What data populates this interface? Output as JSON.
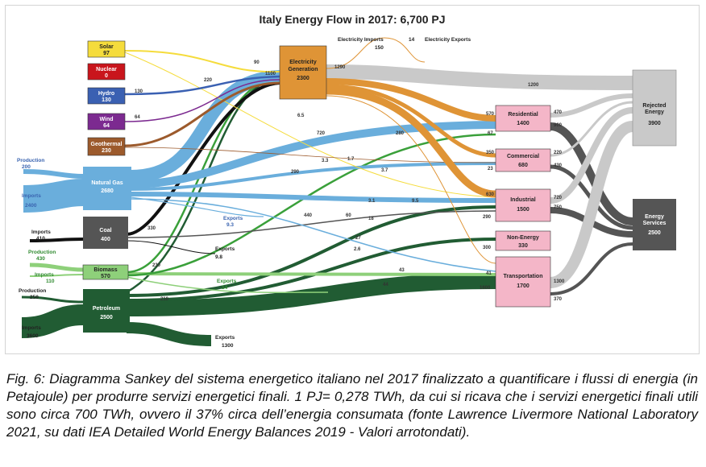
{
  "title": "Italy Energy Flow in 2017: 6,700 PJ",
  "sources": [
    {
      "key": "solar",
      "name": "Solar",
      "value": "97",
      "color": "#f5dc3c"
    },
    {
      "key": "nuclear",
      "name": "Nuclear",
      "value": "0",
      "color": "#c9151c"
    },
    {
      "key": "hydro",
      "name": "Hydro",
      "value": "130",
      "color": "#3a60b2"
    },
    {
      "key": "wind",
      "name": "Wind",
      "value": "64",
      "color": "#7c2a90"
    },
    {
      "key": "geothermal",
      "name": "Geothermal",
      "value": "230",
      "color": "#9c5a2c"
    },
    {
      "key": "natgas",
      "name": "Natural Gas",
      "value": "2680",
      "color": "#6aaedc"
    },
    {
      "key": "coal",
      "name": "Coal",
      "value": "400",
      "color": "#555555"
    },
    {
      "key": "biomass",
      "name": "Biomass",
      "value": "570",
      "color": "#8ed07a"
    },
    {
      "key": "petroleum",
      "name": "Petroleum",
      "value": "2500",
      "color": "#215c33"
    }
  ],
  "electricity": {
    "name": "Electricity Generation",
    "value": "2300",
    "color": "#df9436"
  },
  "sectors": [
    {
      "key": "residential",
      "name": "Residential",
      "value": "1400"
    },
    {
      "key": "commercial",
      "name": "Commercial",
      "value": "680"
    },
    {
      "key": "industrial",
      "name": "Industrial",
      "value": "1500"
    },
    {
      "key": "nonenergy",
      "name": "Non-Energy",
      "value": "330"
    },
    {
      "key": "transportation",
      "name": "Transportation",
      "value": "1700"
    }
  ],
  "sinks": [
    {
      "key": "rejected",
      "name": "Rejected Energy",
      "value": "3900"
    },
    {
      "key": "services",
      "name": "Energy Services",
      "value": "2500"
    }
  ],
  "side_labels": {
    "gas_production": "Production",
    "gas_production_value": "200",
    "gas_imports": "Imports",
    "gas_imports_value": "2400",
    "coal_imports": "Imports",
    "coal_imports_value": "410",
    "bio_production": "Production",
    "bio_production_value": "430",
    "bio_imports": "Imports",
    "bio_imports_value": "110",
    "pet_production": "Production",
    "pet_production_value": "250",
    "pet_imports": "Imports",
    "pet_imports_value": "3600",
    "elec_imports": "Electricity Imports",
    "elec_imports_value": "150",
    "elec_exports": "Electricity Exports",
    "elec_exports_value": "14",
    "gas_exports": "Exports",
    "gas_exports_value": "9.3",
    "coal_exports": "Exports",
    "coal_exports_value": "9.8",
    "bio_exports": "Exports",
    "bio_exports_value": "14",
    "pet_exports": "Exports",
    "pet_exports_value": "1300"
  },
  "flow_numbers": {
    "solar_elec": "90",
    "hydro": "130",
    "wind": "64",
    "geo_elec": "220",
    "gas_elec": "1100",
    "elec_to_rej": "1290",
    "elec_rej_right": "1200",
    "gas_res": "720",
    "gas_com": "290",
    "gas_ind": "440",
    "coal_elec": "330",
    "bio_elec": "230",
    "pet_elec": "210",
    "geo_res": "3.3",
    "solar_small": "1.7",
    "small_65": "6.5",
    "bio_res": "280",
    "bio_com": "3.7",
    "geo_ind": "3.1",
    "solar_ind": "9.5",
    "coal_ind": "60",
    "bio_ind": "18",
    "pet_non": "2.6",
    "gas_non": "27",
    "gas_trans": "43",
    "bio_trans": "44",
    "elec_res": "570",
    "elec_com": "350",
    "elec_ind": "630",
    "elec_trans": "41",
    "res_in2": "67",
    "com_in2": "23",
    "ind_in2": "290",
    "non_in": "300",
    "trans_in": "1600",
    "res_rej": "470",
    "res_srv": "900",
    "com_rej": "220",
    "com_srv": "430",
    "ind_rej": "720",
    "ind_srv": "750",
    "trans_rej": "1300",
    "trans_srv": "370"
  },
  "caption": "Fig. 6: Diagramma Sankey del sistema energetico italiano nel 2017 finalizzato a quantificare i flussi di energia (in Petajoule) per produrre servizi energetici finali. 1 PJ= 0,278 TWh, da cui si ricava che i servizi energetici finali utili sono circa 700 TWh, ovvero il 37% circa dell’energia consumata (fonte Lawrence Livermore National Laboratory 2021, su dati IEA Detailed World Energy Balances 2019 - Valori arrotondati)."
}
